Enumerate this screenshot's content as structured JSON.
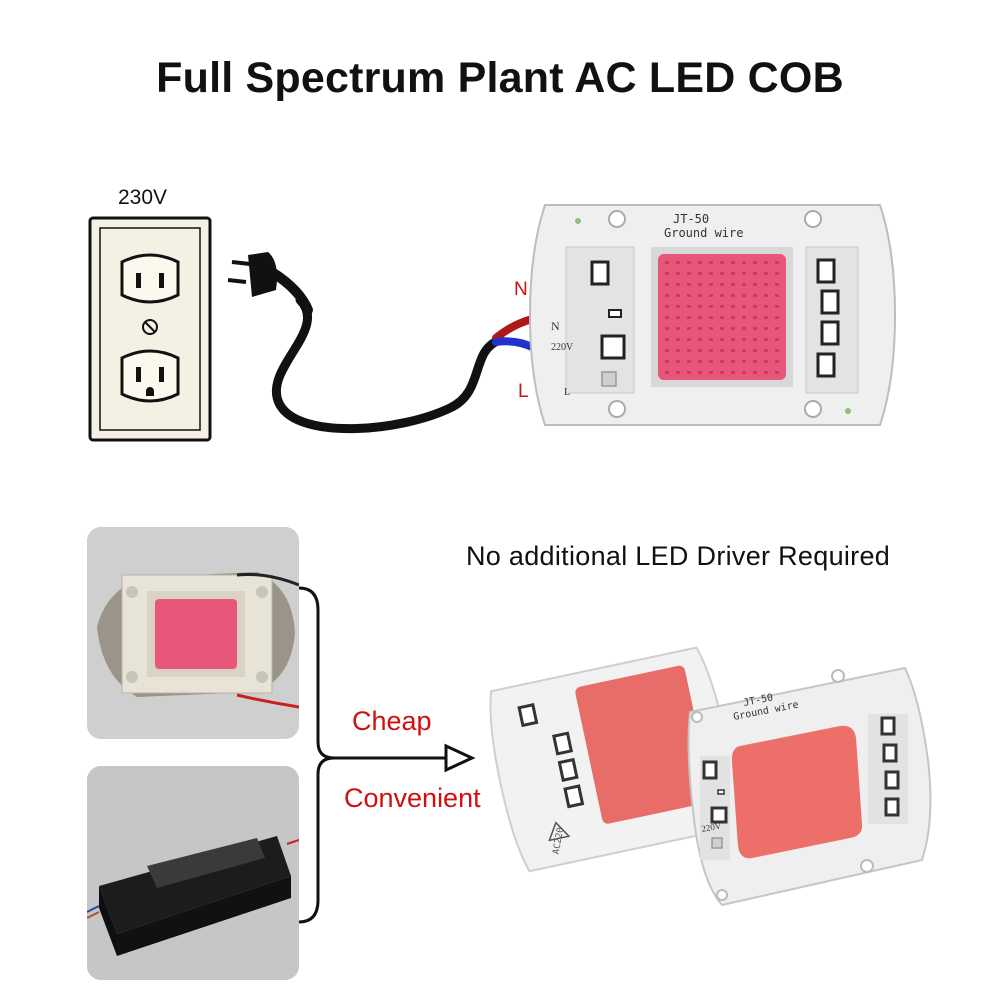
{
  "title": "Full Spectrum Plant AC LED COB",
  "outlet": {
    "voltage_label": "230V"
  },
  "cob_main": {
    "model": "JT-50",
    "ground_label": "Ground wire",
    "voltage_label": "220V",
    "terminal_n": "N",
    "terminal_l": "L"
  },
  "wires": {
    "label_n": "N",
    "label_l": "L",
    "color_n": "#b01818",
    "color_l": "#2233cc"
  },
  "comparison": {
    "tagline": "No additional LED Driver Required",
    "benefit_1": "Cheap",
    "benefit_2": "Convenient",
    "accent": "#d01010"
  },
  "cob_front": {
    "model": "JT-50",
    "ground_label": "Ground wire",
    "voltage_label": "220V"
  },
  "cob_back": {
    "mark": "AC220"
  },
  "colors": {
    "led_pink": "#e8567a",
    "board_white": "#efefef"
  }
}
